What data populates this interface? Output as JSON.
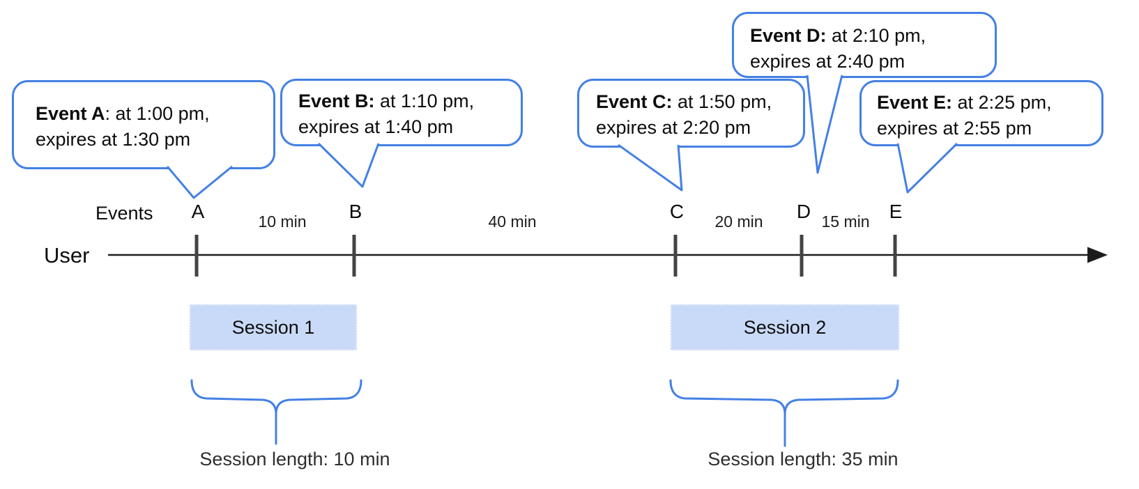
{
  "diagram": {
    "axis": {
      "events_label": "Events",
      "user_label": "User"
    },
    "bubbles": [
      {
        "event": "A",
        "line1_bold": "Event A",
        "line1_rest": ": at 1:00 pm,",
        "line2": "expires at 1:30 pm"
      },
      {
        "event": "B",
        "line1_bold": "Event B:",
        "line1_rest": " at 1:10 pm,",
        "line2": "expires at 1:40 pm"
      },
      {
        "event": "C",
        "line1_bold": "Event C:",
        "line1_rest": " at 1:50 pm,",
        "line2": "expires at 2:20 pm"
      },
      {
        "event": "D",
        "line1_bold": "Event D:",
        "line1_rest": " at 2:10 pm,",
        "line2": "expires at 2:40 pm"
      },
      {
        "event": "E",
        "line1_bold": "Event E:",
        "line1_rest": " at 2:25 pm,",
        "line2": "expires at 2:55 pm"
      }
    ],
    "timeline": {
      "ticks": [
        "A",
        "B",
        "C",
        "D",
        "E"
      ],
      "intervals": [
        "10 min",
        "40 min",
        "20 min",
        "15 min"
      ]
    },
    "sessions": [
      {
        "label": "Session 1",
        "length_label": "Session length: 10 min"
      },
      {
        "label": "Session 2",
        "length_label": "Session length: 35 min"
      }
    ],
    "colors": {
      "accent_blue": "#4480e4",
      "session_fill": "#c9daf8",
      "tick_gray": "#434343",
      "line_black": "#1c1c1c"
    }
  }
}
